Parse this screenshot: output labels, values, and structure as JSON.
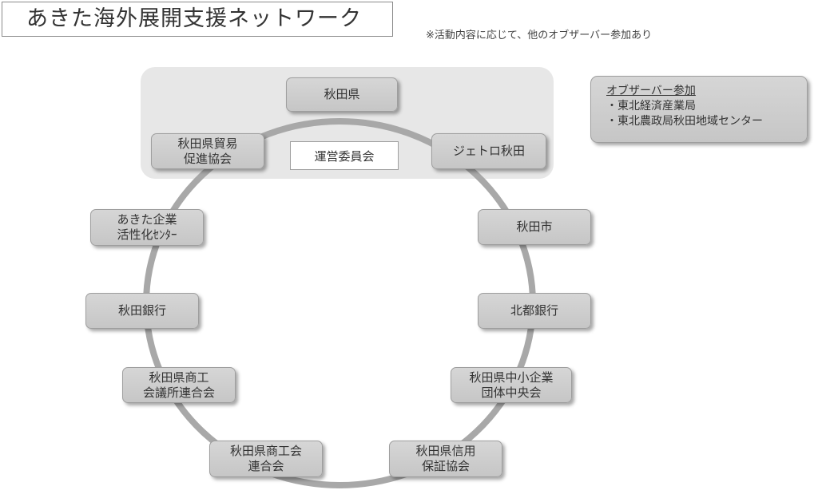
{
  "title": "あきた海外展開支援ネットワーク",
  "note": "※活動内容に応じて、他のオブザーバー参加あり",
  "committee_label": "運営委員会",
  "nodes": {
    "akita_pref": "秋田県",
    "jetro": "ジェトロ秋田",
    "akita_city": "秋田市",
    "hokuto_bank": "北都銀行",
    "chusho": "秋田県中小企業\n団体中央会",
    "shinyo": "秋田県信用\n保証協会",
    "shokokai": "秋田県商工会\n連合会",
    "shokokaigisho": "秋田県商工\n会議所連合会",
    "akita_bank": "秋田銀行",
    "kasseika": "あきた企業\n活性化ｾﾝﾀｰ",
    "boeki": "秋田県貿易\n促進協会"
  },
  "observer": {
    "title": "オブザーバー参加",
    "items": [
      "・東北経済産業局",
      "・東北農政局秋田地域センター"
    ]
  }
}
